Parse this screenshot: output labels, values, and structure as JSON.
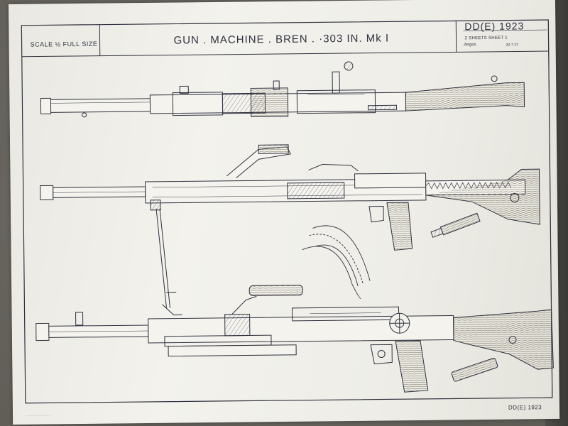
{
  "title_block": {
    "scale_note": "SCALE ½ FULL SIZE",
    "title": "GUN . MACHINE . BREN . ·303 IN. Mk I",
    "drawing_number": "DD(E) 1923",
    "sheets_note": "2 SHEETS   SHEET 1",
    "signature": "Jergus",
    "date_note": "20·7·37"
  },
  "footer": {
    "drawing_number": "DD(E) 1923",
    "small_print": "................................"
  },
  "colors": {
    "ink": "#2f3140",
    "paper": "#f0efe9",
    "wood": "#e9e2cf",
    "background": "#6f6c66"
  }
}
